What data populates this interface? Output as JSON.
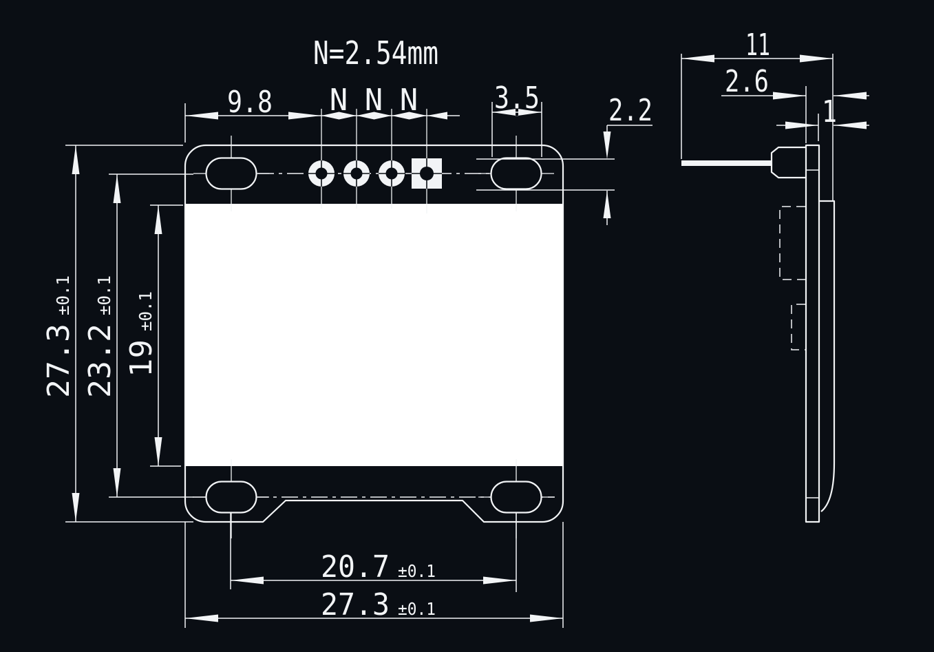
{
  "title": {
    "note": "N=2.54mm"
  },
  "front_view": {
    "dims": {
      "edge_to_pin1": "9.8",
      "pitch_labels": [
        "N",
        "N",
        "N"
      ],
      "slot_width": "3.5",
      "slot_height": "2.2",
      "overall_height": "27.3",
      "overall_height_tol": "±0.1",
      "pin_row_to_hole_row": "23.2",
      "pin_row_to_hole_row_tol": "±0.1",
      "display_height": "19",
      "display_height_tol": "±0.1",
      "hole_span": "20.7",
      "hole_span_tol": "±0.1",
      "overall_width": "27.3",
      "overall_width_tol": "±0.1"
    }
  },
  "side_view": {
    "dims": {
      "overall_depth": "11",
      "body_thickness": "2.6",
      "panel_thickness": "1"
    }
  },
  "colors": {
    "background": "#0a0e14",
    "line": "#f2f4f6",
    "display_fill": "#ffffff"
  }
}
